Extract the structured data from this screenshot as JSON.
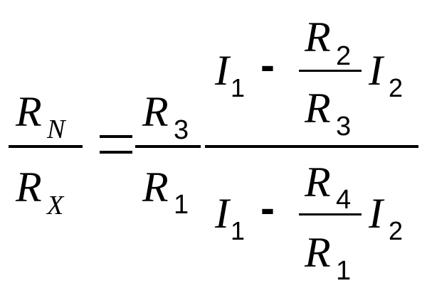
{
  "formula": {
    "lhs": {
      "numerator": {
        "base": "R",
        "subscript": "N"
      },
      "denominator": {
        "base": "R",
        "subscript": "X"
      }
    },
    "equals": "=",
    "ratio": {
      "numerator": {
        "base": "R",
        "subscript": "3"
      },
      "denominator": {
        "base": "R",
        "subscript": "1"
      }
    },
    "big_fraction": {
      "top": {
        "current1": {
          "base": "I",
          "subscript": "1"
        },
        "minus": "-",
        "frac": {
          "numerator": {
            "base": "R",
            "subscript": "2"
          },
          "denominator": {
            "base": "R",
            "subscript": "3"
          }
        },
        "current2": {
          "base": "I",
          "subscript": "2"
        }
      },
      "bottom": {
        "current1": {
          "base": "I",
          "subscript": "1"
        },
        "minus": "-",
        "frac": {
          "numerator": {
            "base": "R",
            "subscript": "4"
          },
          "denominator": {
            "base": "R",
            "subscript": "1"
          }
        },
        "current2": {
          "base": "I",
          "subscript": "2"
        }
      }
    }
  }
}
